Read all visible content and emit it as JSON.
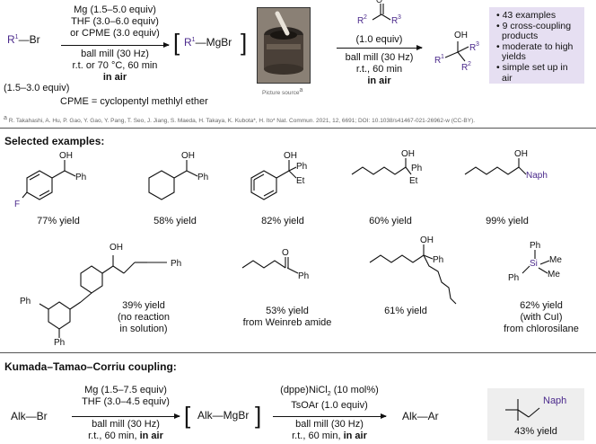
{
  "header": {
    "reagent": "R",
    "reagent_sup": "1",
    "reagent_tail": "—Br",
    "equiv_left": "(1.5–3.0 equiv)",
    "cond_above": [
      "Mg (1.5–5.0 equiv)",
      "THF (3.0–6.0 equiv)",
      "or CPME (3.0 equiv)"
    ],
    "cond_below": [
      "ball mill (30 Hz)",
      "r.t. or 70 °C, 60 min"
    ],
    "in_air": "in air",
    "grignard": "—MgBr",
    "cpme_def": "CPME = cyclopentyl methlyl ether",
    "picture_source": "Picture source",
    "ketone_equiv": "(1.0 equiv)",
    "cond2_below": [
      "ball mill (30 Hz)",
      "r.t., 60 min"
    ],
    "in_air2": "in air",
    "summary": [
      "• 43 examples",
      "• 9 cross-coupling",
      "  products",
      "• moderate to high",
      "  yields",
      "• simple set up in",
      "  air"
    ],
    "citation": "R. Takahashi, A. Hu, P. Gao, Y. Gao, Y. Pang, T. Seo, J. Jiang, S. Maeda, H. Takaya, K. Kubota*, H. Ito* Nat. Commun. 2021, 12, 6691; DOI: 10.1038/s41467-021-26962-w (CC-BY)."
  },
  "selected": {
    "heading": "Selected examples:",
    "row1": [
      "77% yield",
      "58% yield",
      "82% yield",
      "60% yield",
      "99% yield"
    ],
    "row2": [
      [
        "39% yield",
        "(no reaction",
        "in solution)"
      ],
      [
        "53% yield",
        "from Weinreb amide"
      ],
      [
        "61% yield"
      ],
      [
        "62% yield",
        "(with CuI)",
        "from chlorosilane"
      ]
    ]
  },
  "kumada": {
    "heading": "Kumada–Tamao–Corriu coupling:",
    "start": "Alk—Br",
    "cond1_above": [
      "Mg (1.5–7.5 equiv)",
      "THF (3.0–4.5 equiv)"
    ],
    "cond1_below": [
      "ball mill (30 Hz)",
      "r.t., 60 min, "
    ],
    "in_air": "in air",
    "intermediate": "Alk—MgBr",
    "cond2_above": [
      "(dppe)NiCl",
      "TsOAr (1.0 equiv)"
    ],
    "cond2_cat": " (10 mol%)",
    "cond2_below": [
      "ball mill (30 Hz)",
      "r.t., 60 min, "
    ],
    "product": "Alk—Ar",
    "example_label": "Naph",
    "example_yield": "43% yield"
  }
}
